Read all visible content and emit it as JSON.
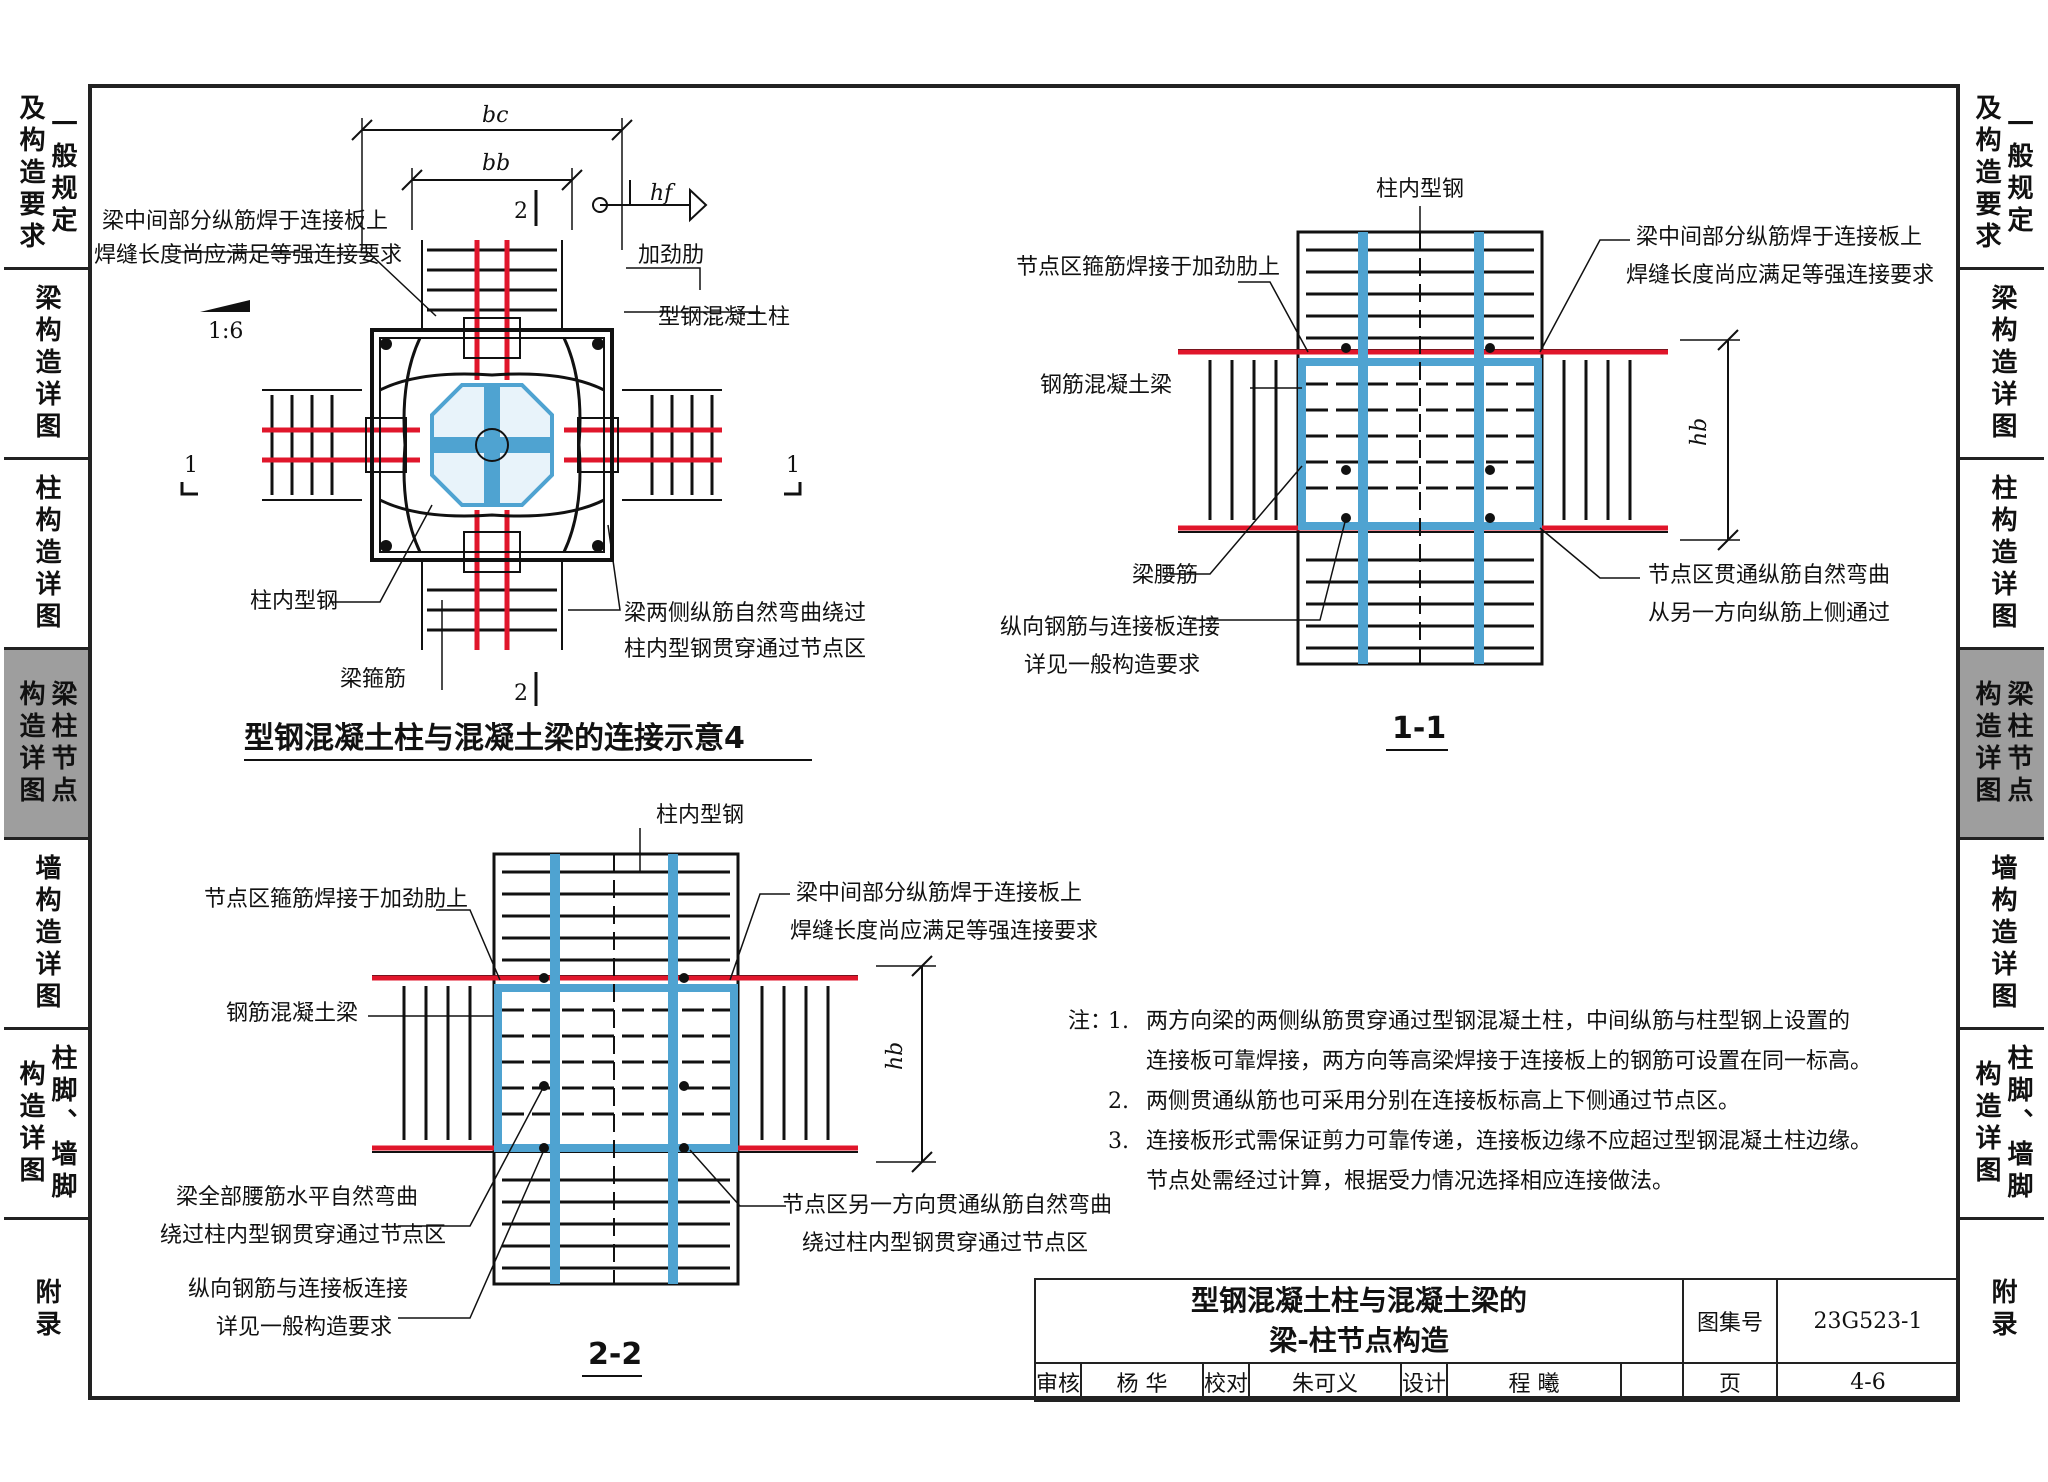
{
  "side_tabs": [
    {
      "lines": [
        "一般规定",
        "及构造要求"
      ],
      "active": false
    },
    {
      "lines": [
        "梁构造详图"
      ],
      "active": false
    },
    {
      "lines": [
        "柱构造详图"
      ],
      "active": false
    },
    {
      "lines": [
        "梁柱节点",
        "构造详图"
      ],
      "active": true
    },
    {
      "lines": [
        "墙构造详图"
      ],
      "active": false
    },
    {
      "lines": [
        "柱脚、墙脚",
        "构造详图"
      ],
      "active": false
    },
    {
      "lines": [
        "附录"
      ],
      "active": false
    }
  ],
  "plan": {
    "dim_bc": "bc",
    "dim_bb": "bb",
    "weld": "hf",
    "slope": "1:6",
    "section_1": "1",
    "section_2": "2",
    "label_weld_top_1": "梁中间部分纵筋焊于连接板上",
    "label_weld_top_2": "焊缝长度尚应满足等强连接要求",
    "label_stiffener": "加劲肋",
    "label_src_column": "型钢混凝土柱",
    "label_col_steel": "柱内型钢",
    "label_beam_bend_1": "梁两侧纵筋自然弯曲绕过",
    "label_beam_bend_2": "柱内型钢贯穿通过节点区",
    "label_stirrup": "梁箍筋",
    "title": "型钢混凝土柱与混凝土梁的连接示意4"
  },
  "sec11": {
    "label_col_steel": "柱内型钢",
    "label_stirrup_weld": "节点区箍筋焊接于加劲肋上",
    "label_weld_1": "梁中间部分纵筋焊于连接板上",
    "label_weld_2": "焊缝长度尚应满足等强连接要求",
    "label_rc_beam": "钢筋混凝土梁",
    "label_waist": "梁腰筋",
    "label_long_1": "纵向钢筋与连接板连接",
    "label_long_2": "详见一般构造要求",
    "label_through_1": "节点区贯通纵筋自然弯曲",
    "label_through_2": "从另一方向纵筋上侧通过",
    "dim_hb": "hb",
    "title": "1-1"
  },
  "sec22": {
    "label_col_steel": "柱内型钢",
    "label_stirrup_weld": "节点区箍筋焊接于加劲肋上",
    "label_weld_1": "梁中间部分纵筋焊于连接板上",
    "label_weld_2": "焊缝长度尚应满足等强连接要求",
    "label_rc_beam": "钢筋混凝土梁",
    "label_waist_1": "梁全部腰筋水平自然弯曲",
    "label_waist_2": "绕过柱内型钢贯穿通过节点区",
    "label_long_1": "纵向钢筋与连接板连接",
    "label_long_2": "详见一般构造要求",
    "label_other_1": "节点区另一方向贯通纵筋自然弯曲",
    "label_other_2": "绕过柱内型钢贯穿通过节点区",
    "dim_hb": "hb",
    "title": "2-2"
  },
  "notes": {
    "prefix": "注：",
    "items": [
      {
        "num": "1.",
        "lines": [
          "两方向梁的两侧纵筋贯穿通过型钢混凝土柱，中间纵筋与柱型钢上设置的",
          "连接板可靠焊接，两方向等高梁焊接于连接板上的钢筋可设置在同一标高。"
        ]
      },
      {
        "num": "2.",
        "lines": [
          "两侧贯通纵筋也可采用分别在连接板标高上下侧通过节点区。"
        ]
      },
      {
        "num": "3.",
        "lines": [
          "连接板形式需保证剪力可靠传递，连接板边缘不应超过型钢混凝土柱边缘。",
          "节点处需经过计算，根据受力情况选择相应连接做法。"
        ]
      }
    ]
  },
  "title_block": {
    "title_1": "型钢混凝土柱与混凝土梁的",
    "title_2": "梁-柱节点构造",
    "atlas_label": "图集号",
    "atlas_no": "23G523-1",
    "review_label": "审核",
    "review_name": "杨 华",
    "check_label": "校对",
    "check_name": "朱可义",
    "design_label": "设计",
    "design_name": "程 曦",
    "page_label": "页",
    "page_no": "4-6"
  },
  "colors": {
    "rebar_red": "#e0162b",
    "steel_blue": "#4fa3d1",
    "line": "#111111",
    "tab_active": "#9e9e9e"
  }
}
